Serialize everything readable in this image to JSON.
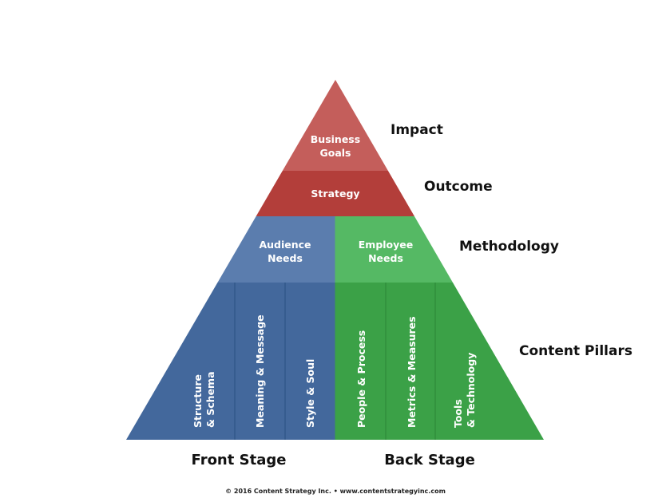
{
  "pyramid": {
    "top": {
      "business_goals": {
        "line1": "Business",
        "line2": "Goals",
        "color": "#C45E5B"
      },
      "strategy": {
        "label": "Strategy",
        "color": "#B33E3A"
      }
    },
    "needs": {
      "audience": {
        "line1": "Audience",
        "line2": "Needs",
        "color": "#5B7DAE"
      },
      "employee": {
        "line1": "Employee",
        "line2": "Needs",
        "color": "#55B964"
      }
    },
    "pillars": {
      "front_color": "#43689C",
      "back_color": "#3BA147",
      "front_divider_color": "#2F5487",
      "back_divider_color": "#2E8A3A",
      "items": [
        {
          "line1": "Structure",
          "line2": "& Schema"
        },
        {
          "line1": "Meaning & Message",
          "line2": ""
        },
        {
          "line1": "Style & Soul",
          "line2": ""
        },
        {
          "line1": "People & Process",
          "line2": ""
        },
        {
          "line1": "Metrics & Measures",
          "line2": ""
        },
        {
          "line1": "Tools",
          "line2": "& Technology"
        }
      ]
    }
  },
  "side_labels": {
    "impact": "Impact",
    "outcome": "Outcome",
    "methodology": "Methodology",
    "content_pillars": "Content Pillars"
  },
  "stages": {
    "front": "Front Stage",
    "back": "Back Stage"
  },
  "footer": "© 2016 Content Strategy Inc.  •  www.contentstrategyinc.com"
}
